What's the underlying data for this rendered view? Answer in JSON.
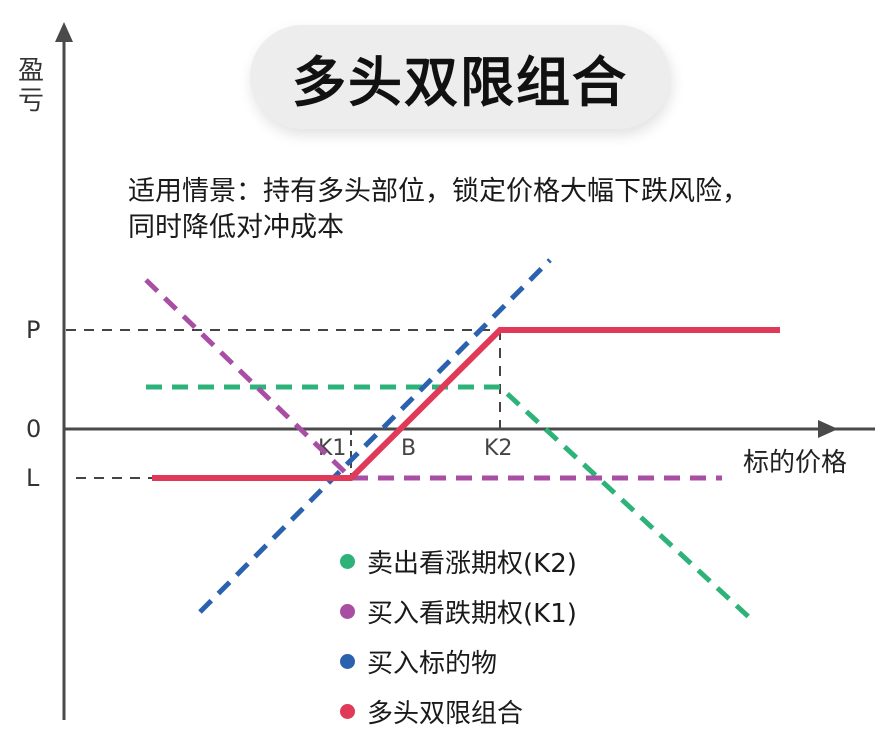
{
  "title": "多头双限组合",
  "description": {
    "line1": "适用情景：持有多头部位，锁定价格大幅下跌风险，",
    "line2": "同时降低对冲成本"
  },
  "axes": {
    "y_label": "盈亏",
    "x_label": "标的价格",
    "y_ticks": [
      "P",
      "0",
      "L"
    ],
    "x_marks": [
      "K1",
      "B",
      "K2"
    ]
  },
  "legend": [
    {
      "label": "卖出看涨期权(K2)",
      "color": "#2db37a"
    },
    {
      "label": "买入看跌期权(K1)",
      "color": "#a84ea3"
    },
    {
      "label": "买入标的物",
      "color": "#2a62b0"
    },
    {
      "label": "多头双限组合",
      "color": "#e03a58"
    }
  ],
  "colors": {
    "axis": "#4a4a4a",
    "guide": "#444444",
    "title_bg": "#ededed"
  },
  "chart_data": {
    "type": "line",
    "title": "多头双限组合",
    "xlabel": "标的价格",
    "ylabel": "盈亏",
    "y_ticks": [
      "P",
      "0",
      "L"
    ],
    "x_ticks": [
      "K1",
      "B",
      "K2"
    ],
    "series": [
      {
        "name": "卖出看涨期权(K2)",
        "style": "dashed",
        "color": "#2db37a",
        "points": [
          [
            "start",
            "premium"
          ],
          [
            "K2",
            "premium"
          ],
          [
            "end",
            "falling"
          ]
        ]
      },
      {
        "name": "买入看跌期权(K1)",
        "style": "dashed",
        "color": "#a84ea3",
        "points": [
          [
            "start",
            "high"
          ],
          [
            "K1",
            "L"
          ],
          [
            "end",
            "L"
          ]
        ]
      },
      {
        "name": "买入标的物",
        "style": "dashed",
        "color": "#2a62b0",
        "points": [
          [
            "low",
            "low"
          ],
          [
            "high",
            "high"
          ]
        ]
      },
      {
        "name": "多头双限组合",
        "style": "solid",
        "color": "#e03a58",
        "points": [
          [
            "start",
            "L"
          ],
          [
            "K1",
            "L"
          ],
          [
            "B",
            "0"
          ],
          [
            "K2",
            "P"
          ],
          [
            "end",
            "P"
          ]
        ]
      }
    ]
  }
}
